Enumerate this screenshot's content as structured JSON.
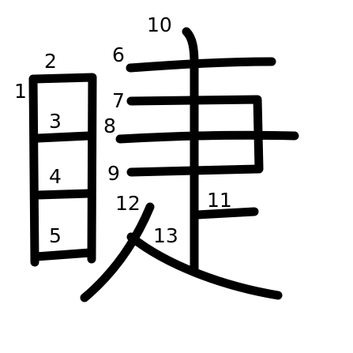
{
  "diagram": {
    "character": "睫",
    "stroke_color": "#000000",
    "background": "#ffffff",
    "stroke_numbers": [
      "1",
      "2",
      "3",
      "4",
      "5",
      "6",
      "7",
      "8",
      "9",
      "10",
      "11",
      "12",
      "13"
    ]
  }
}
